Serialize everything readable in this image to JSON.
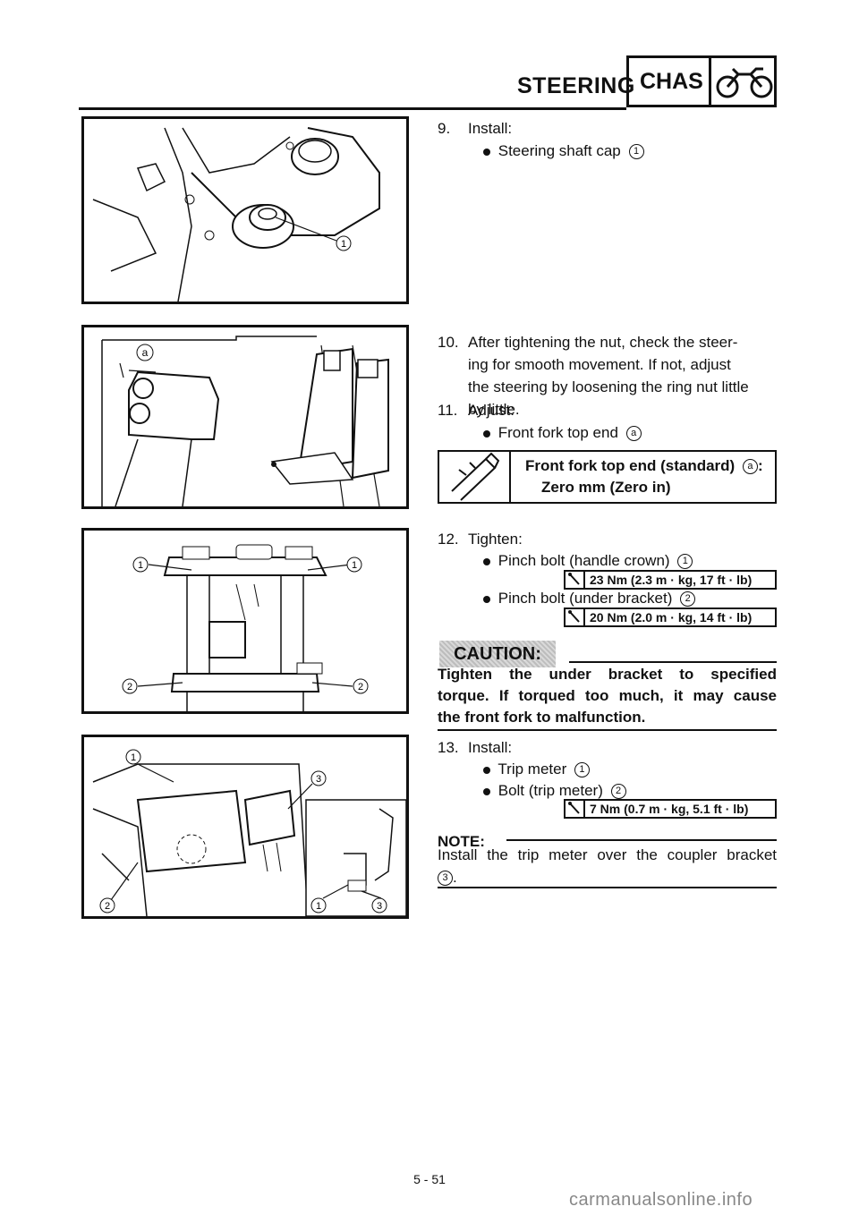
{
  "header": {
    "section_title": "STEERING",
    "badge": "CHAS"
  },
  "steps": {
    "s9": {
      "num": "9.",
      "verb": "Install:",
      "item": "Steering shaft cap",
      "item_ref": "1"
    },
    "s10": {
      "num": "10.",
      "lines": [
        "After tightening the nut, check the steer-",
        "ing for smooth movement. If not, adjust",
        "the steering by loosening the ring nut little",
        "by little."
      ]
    },
    "s11": {
      "num": "11.",
      "verb": "Adjust:",
      "item": "Front fork top end",
      "item_ref": "a"
    },
    "s12": {
      "num": "12.",
      "verb": "Tighten:",
      "item1": "Pinch bolt (handle crown)",
      "item1_ref": "1",
      "item2": "Pinch bolt (under bracket)",
      "item2_ref": "2"
    },
    "s13": {
      "num": "13.",
      "verb": "Install:",
      "item1": "Trip meter",
      "item1_ref": "1",
      "item2": "Bolt (trip meter)",
      "item2_ref": "2"
    }
  },
  "spec": {
    "line1": "Front fork top end (standard)",
    "ref": "a",
    "line1_end": ":",
    "line2": "Zero mm (Zero in)"
  },
  "torque": {
    "t1": "23 Nm (2.3 m · kg, 17 ft · lb)",
    "t2": "20 Nm (2.0 m · kg, 14 ft · lb)",
    "t3": "7 Nm (0.7 m · kg, 5.1 ft · lb)"
  },
  "caution": {
    "label": "CAUTION:",
    "lines": [
      "Tighten the under bracket to specified",
      "torque. If torqued too much, it may cause",
      "the front fork to malfunction."
    ]
  },
  "note": {
    "label": "NOTE:",
    "line1": "Install the trip meter over the coupler bracket",
    "ref": "3",
    "line2_end": "."
  },
  "figure_labels": {
    "fig1": [
      "1"
    ],
    "fig2": [
      "a"
    ],
    "fig3": [
      "1",
      "1",
      "2",
      "2"
    ],
    "fig4": [
      "1",
      "3",
      "2",
      "1",
      "3"
    ]
  },
  "footer": {
    "page": "5 - 51",
    "watermark": "carmanualsonline.info"
  }
}
